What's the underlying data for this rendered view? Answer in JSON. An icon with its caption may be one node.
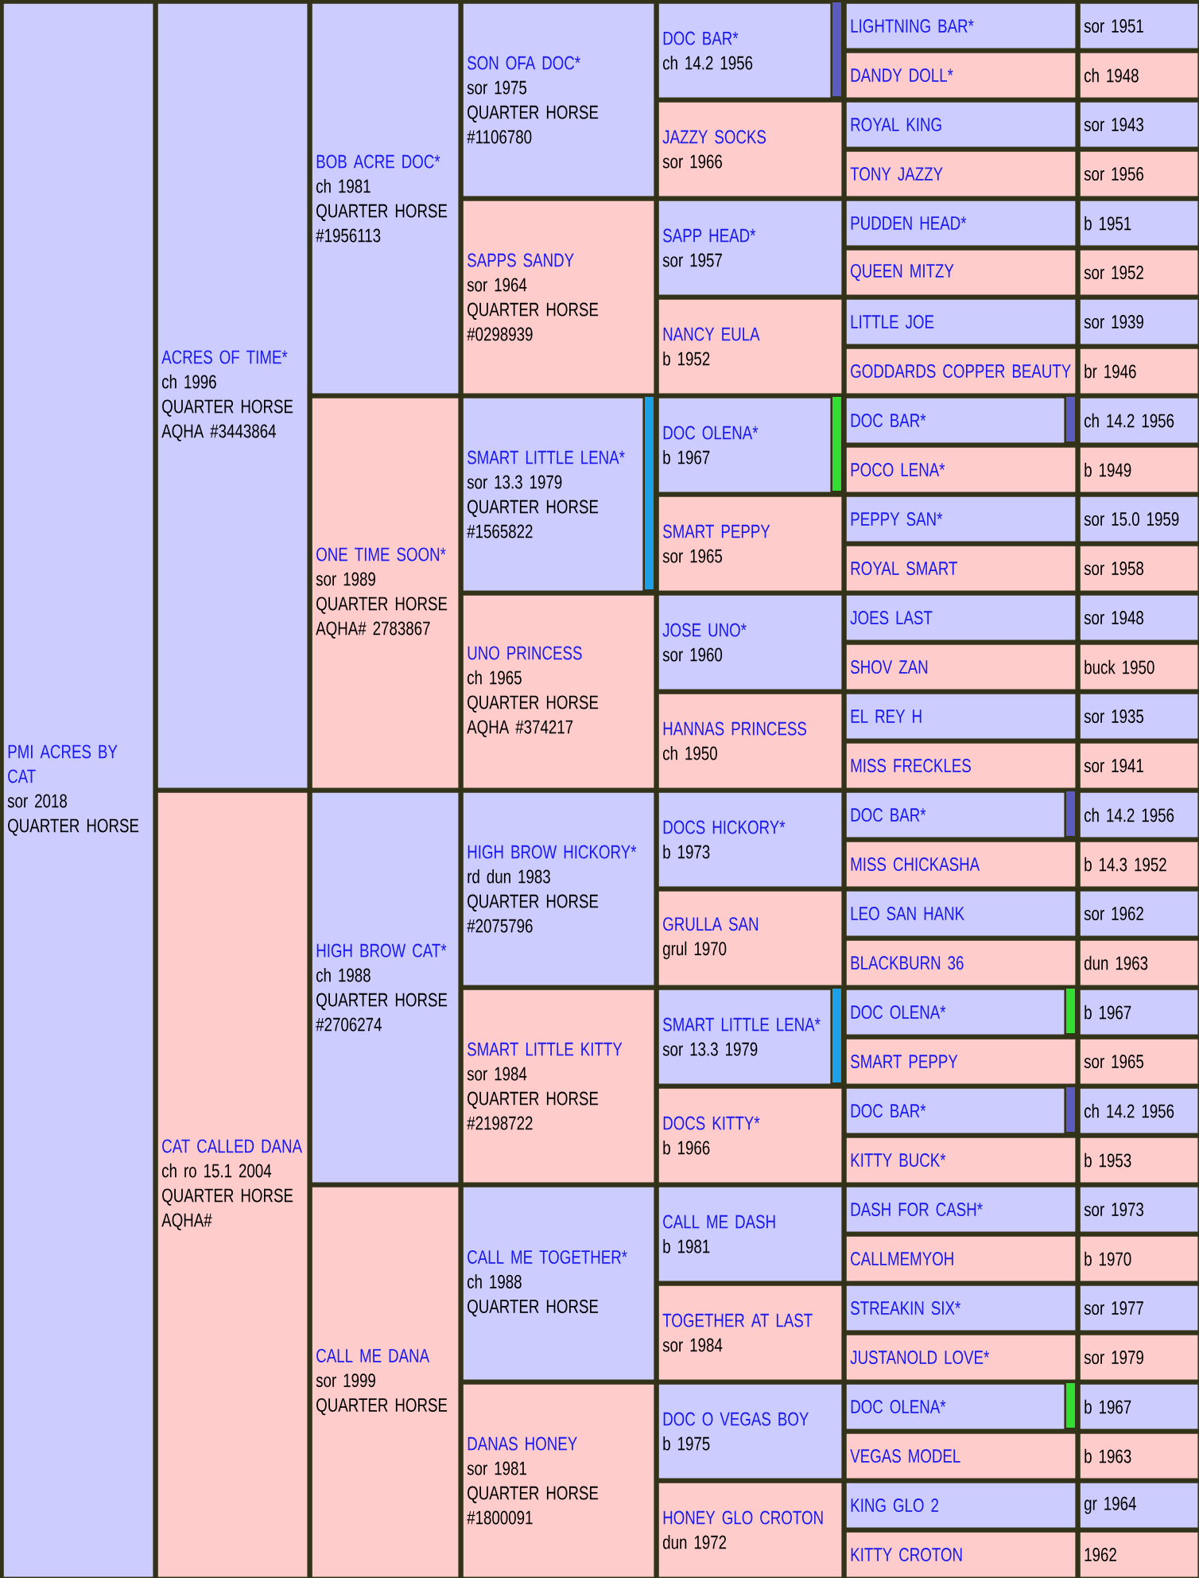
{
  "diagram": {
    "nodes": [
      {
        "text": [
          "PMI ACRES BY CAT",
          "sor 2018",
          "QUARTER HORSE"
        ]
      },
      {
        "text": [
          "ACRES OF TIME*",
          "ch 1996",
          "QUARTER HORSE",
          "AQHA #3443864"
        ]
      },
      {
        "text": [
          "BOB ACRE DOC*",
          "ch 1981",
          "QUARTER HORSE",
          "#1956113"
        ]
      },
      {
        "text": [
          "SON OFA DOC*",
          "sor 1975",
          "QUARTER HORSE",
          "#1106780"
        ]
      },
      {
        "text": [
          "DOC BAR*",
          "ch 14.2 1956"
        ]
      },
      {
        "text": [
          "LIGHTNING BAR*"
        ]
      },
      {
        "text": [
          "sor 1951"
        ]
      },
      {
        "text": [
          "DANDY DOLL*"
        ]
      },
      {
        "text": [
          "ch 1948"
        ]
      },
      {
        "text": [
          "JAZZY SOCKS",
          "sor 1966"
        ]
      },
      {
        "text": [
          "ROYAL KING"
        ]
      },
      {
        "text": [
          "sor 1943"
        ]
      },
      {
        "text": [
          "TONY JAZZY"
        ]
      },
      {
        "text": [
          "sor 1956"
        ]
      },
      {
        "text": [
          "SAPPS SANDY",
          "sor 1964",
          "QUARTER HORSE",
          "#0298939"
        ]
      },
      {
        "text": [
          "SAPP HEAD*",
          "sor 1957"
        ]
      },
      {
        "text": [
          "PUDDEN HEAD*"
        ]
      },
      {
        "text": [
          "b 1951"
        ]
      },
      {
        "text": [
          "QUEEN MITZY"
        ]
      },
      {
        "text": [
          "sor 1952"
        ]
      },
      {
        "text": [
          "NANCY EULA",
          "b 1952"
        ]
      },
      {
        "text": [
          "LITTLE JOE"
        ]
      },
      {
        "text": [
          "sor 1939"
        ]
      },
      {
        "text": [
          "GODDARDS COPPER BEAUTY"
        ]
      },
      {
        "text": [
          "br 1946"
        ]
      },
      {
        "text": [
          "ONE TIME SOON*",
          "sor 1989",
          "QUARTER HORSE",
          "AQHA# 2783867"
        ]
      },
      {
        "text": [
          "SMART LITTLE LENA*",
          "sor 13.3 1979",
          "QUARTER HORSE",
          "#1565822"
        ]
      },
      {
        "text": [
          "DOC OLENA*",
          "b 1967"
        ]
      },
      {
        "text": [
          "DOC BAR*"
        ]
      },
      {
        "text": [
          "ch 14.2 1956"
        ]
      },
      {
        "text": [
          "POCO LENA*"
        ]
      },
      {
        "text": [
          "b 1949"
        ]
      },
      {
        "text": [
          "SMART PEPPY",
          "sor 1965"
        ]
      },
      {
        "text": [
          "PEPPY SAN*"
        ]
      },
      {
        "text": [
          "sor 15.0 1959"
        ]
      },
      {
        "text": [
          "ROYAL SMART"
        ]
      },
      {
        "text": [
          "sor 1958"
        ]
      },
      {
        "text": [
          "UNO PRINCESS",
          "ch 1965",
          "QUARTER HORSE",
          "AQHA #374217"
        ]
      },
      {
        "text": [
          "JOSE UNO*",
          "sor 1960"
        ]
      },
      {
        "text": [
          "JOES LAST"
        ]
      },
      {
        "text": [
          "sor 1948"
        ]
      },
      {
        "text": [
          "SHOV ZAN"
        ]
      },
      {
        "text": [
          "buck 1950"
        ]
      },
      {
        "text": [
          "HANNAS PRINCESS",
          "ch 1950"
        ]
      },
      {
        "text": [
          "EL REY H"
        ]
      },
      {
        "text": [
          "sor 1935"
        ]
      },
      {
        "text": [
          "MISS FRECKLES"
        ]
      },
      {
        "text": [
          "sor 1941"
        ]
      },
      {
        "text": [
          "CAT CALLED DANA",
          "ch ro 15.1 2004",
          "QUARTER HORSE",
          "AQHA#"
        ]
      },
      {
        "text": [
          "HIGH BROW CAT*",
          "ch 1988",
          "QUARTER HORSE",
          "#2706274"
        ]
      },
      {
        "text": [
          "HIGH BROW HICKORY*",
          "rd dun 1983",
          "QUARTER HORSE",
          "#2075796"
        ]
      },
      {
        "text": [
          "DOCS HICKORY*",
          "b 1973"
        ]
      },
      {
        "text": [
          "DOC BAR*"
        ]
      },
      {
        "text": [
          "ch 14.2 1956"
        ]
      },
      {
        "text": [
          "MISS CHICKASHA"
        ]
      },
      {
        "text": [
          "b 14.3 1952"
        ]
      },
      {
        "text": [
          "GRULLA SAN",
          "grul 1970"
        ]
      },
      {
        "text": [
          "LEO SAN HANK"
        ]
      },
      {
        "text": [
          "sor 1962"
        ]
      },
      {
        "text": [
          "BLACKBURN 36"
        ]
      },
      {
        "text": [
          "dun 1963"
        ]
      },
      {
        "text": [
          "SMART LITTLE KITTY",
          "sor 1984",
          "QUARTER HORSE",
          "#2198722"
        ]
      },
      {
        "text": [
          "SMART LITTLE LENA*",
          "sor 13.3 1979"
        ]
      },
      {
        "text": [
          "DOC OLENA*"
        ]
      },
      {
        "text": [
          "b 1967"
        ]
      },
      {
        "text": [
          "SMART PEPPY"
        ]
      },
      {
        "text": [
          "sor 1965"
        ]
      },
      {
        "text": [
          "DOCS KITTY*",
          "b 1966"
        ]
      },
      {
        "text": [
          "DOC BAR*"
        ]
      },
      {
        "text": [
          "ch 14.2 1956"
        ]
      },
      {
        "text": [
          "KITTY BUCK*"
        ]
      },
      {
        "text": [
          "b 1953"
        ]
      },
      {
        "text": [
          "CALL ME DANA",
          "sor 1999",
          "QUARTER HORSE"
        ]
      },
      {
        "text": [
          "CALL ME TOGETHER*",
          "ch 1988",
          "QUARTER HORSE"
        ]
      },
      {
        "text": [
          "CALL ME DASH",
          "b 1981"
        ]
      },
      {
        "text": [
          "DASH FOR CASH*"
        ]
      },
      {
        "text": [
          "sor 1973"
        ]
      },
      {
        "text": [
          "CALLMEMYOH"
        ]
      },
      {
        "text": [
          "b 1970"
        ]
      },
      {
        "text": [
          "TOGETHER AT LAST",
          "sor 1984"
        ]
      },
      {
        "text": [
          "STREAKIN SIX*"
        ]
      },
      {
        "text": [
          "sor 1977"
        ]
      },
      {
        "text": [
          "JUSTANOLD LOVE*"
        ]
      },
      {
        "text": [
          "sor 1979"
        ]
      },
      {
        "text": [
          "DANAS HONEY",
          "sor 1981",
          "QUARTER HORSE",
          "#1800091"
        ]
      },
      {
        "text": [
          "DOC O VEGAS BOY",
          "b 1975"
        ]
      },
      {
        "text": [
          "DOC OLENA*"
        ]
      },
      {
        "text": [
          "b 1967"
        ]
      },
      {
        "text": [
          "VEGAS MODEL"
        ]
      },
      {
        "text": [
          "b 1963"
        ]
      },
      {
        "text": [
          "HONEY GLO CROTON",
          "dun 1972"
        ]
      },
      {
        "text": [
          "KING GLO 2"
        ]
      },
      {
        "text": [
          "gr 1964"
        ]
      },
      {
        "text": [
          "KITTY CROTON"
        ]
      },
      {
        "text": [
          "1962"
        ]
      }
    ]
  }
}
